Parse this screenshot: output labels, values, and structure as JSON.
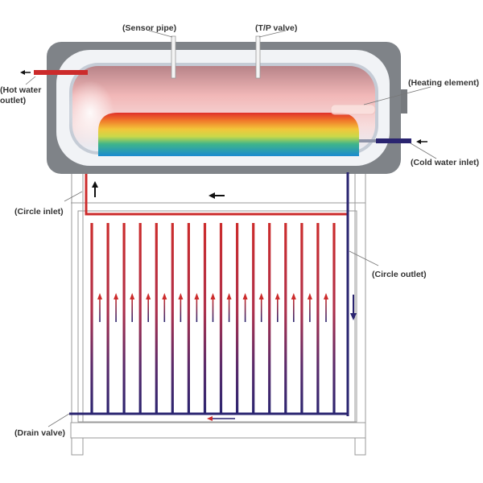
{
  "title": "Solar water heater system diagram",
  "labels": {
    "sensor_pipe": "(Sensor pipe)",
    "tp_valve": "(T/P valve)",
    "hot_water_outlet_line1": "(Hot water",
    "hot_water_outlet_line2": "outlet)",
    "heating_element": "(Heating element)",
    "cold_water_inlet": "(Cold water inlet)",
    "circle_inlet": "(Circle inlet)",
    "circle_outlet": "(Circle outlet)",
    "drain_valve": "(Drain valve)"
  },
  "components": {
    "collector_tube_count": 16,
    "up_flow_arrow_count": 15
  },
  "colors": {
    "hot": "#cc2b2b",
    "cold": "#2a2470",
    "tank_shell": "#7f8388",
    "frame": "#9a9a9a",
    "arrow": "#111111"
  }
}
